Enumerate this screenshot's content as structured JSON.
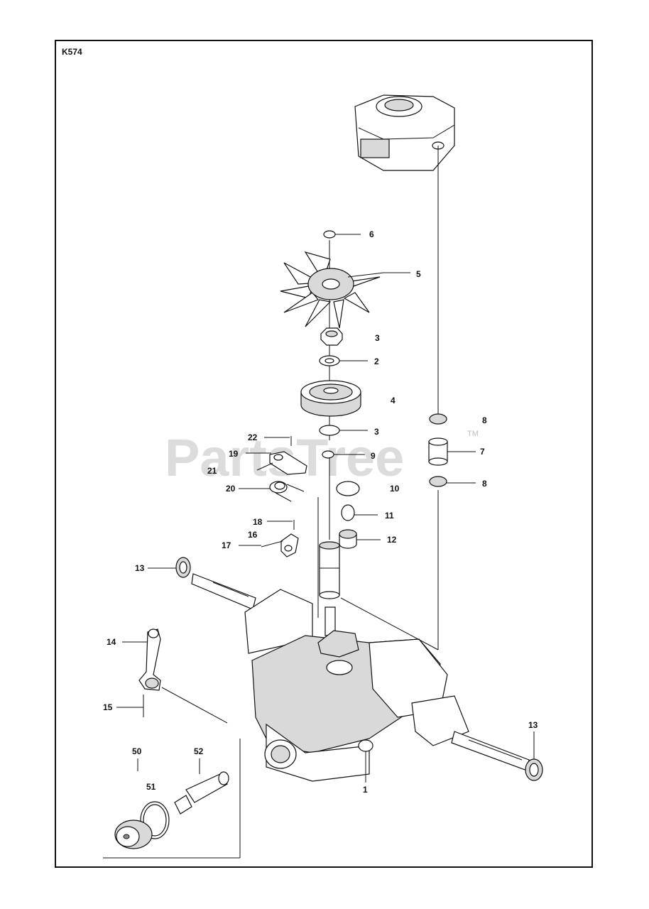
{
  "diagram": {
    "code": "K574",
    "watermark": "PartsTree",
    "trademark": "TM",
    "callouts": [
      "6",
      "5",
      "3",
      "2",
      "4",
      "3",
      "22",
      "19",
      "21",
      "9",
      "20",
      "10",
      "8",
      "7",
      "8",
      "18",
      "16",
      "11",
      "17",
      "12",
      "13",
      "14",
      "15",
      "13",
      "50",
      "52",
      "51",
      "1"
    ]
  }
}
